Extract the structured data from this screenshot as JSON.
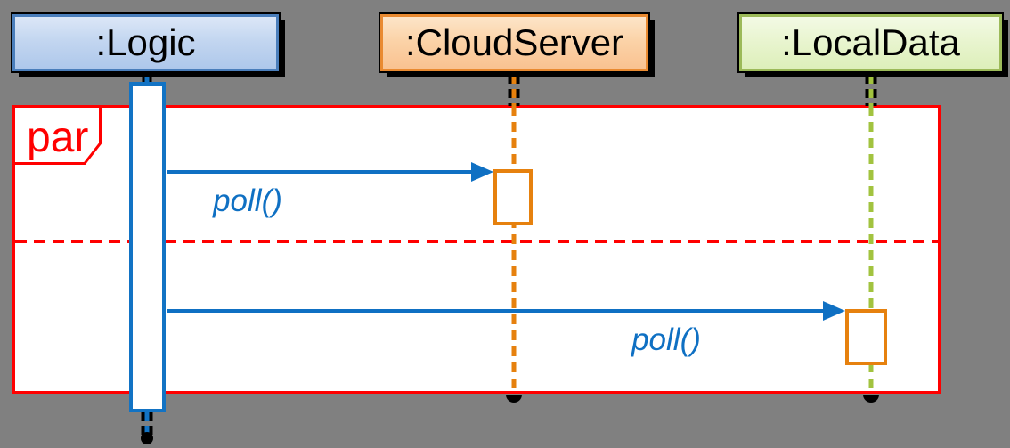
{
  "diagram": {
    "type": "uml-sequence-diagram",
    "lifelines": [
      {
        "label": ":Logic",
        "head_color": "#4A7EBB",
        "lifeline_color": "#1273C4"
      },
      {
        "label": ":CloudServer",
        "head_color": "#E98A31",
        "lifeline_color": "#E6810E"
      },
      {
        "label": ":LocalData",
        "head_color": "#9CBA59",
        "lifeline_color": "#A2C33F"
      }
    ],
    "fragment": {
      "operator": "par",
      "frame_color": "#FF0000",
      "regions": 2
    },
    "messages": [
      {
        "label": "poll()",
        "from": ":Logic",
        "to": ":CloudServer",
        "region": 1
      },
      {
        "label": "poll()",
        "from": ":Logic",
        "to": ":LocalData",
        "region": 2
      }
    ],
    "colors": {
      "background": "#808080",
      "frame_red": "#FF0000",
      "message_blue": "#0F70C3",
      "activation_orange": "#E6810E",
      "shadow_black": "#000000",
      "white": "#FFFFFF"
    }
  }
}
